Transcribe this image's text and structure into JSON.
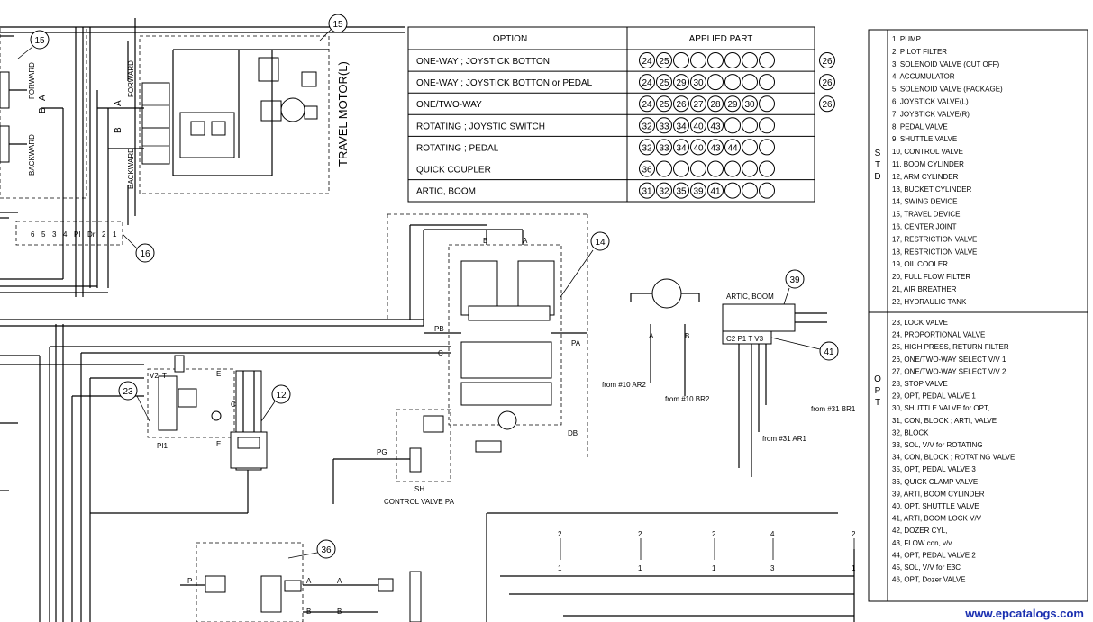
{
  "option_table": {
    "header_option": "OPTION",
    "header_applied": "APPLIED PART",
    "rows": [
      {
        "option": "ONE-WAY ; JOYSTICK BOTTON",
        "parts": [
          "24",
          "25",
          "",
          "",
          "",
          "",
          "",
          ""
        ],
        "extra": "26"
      },
      {
        "option": "ONE-WAY ; JOYSTICK BOTTON or PEDAL",
        "parts": [
          "24",
          "25",
          "29",
          "30",
          "",
          "",
          "",
          ""
        ],
        "extra": "26"
      },
      {
        "option": "ONE/TWO-WAY",
        "parts": [
          "24",
          "25",
          "26",
          "27",
          "28",
          "29",
          "30",
          ""
        ],
        "extra": "26"
      },
      {
        "option": "ROTATING ; JOYSTIC SWITCH",
        "parts": [
          "32",
          "33",
          "34",
          "40",
          "43",
          "",
          "",
          ""
        ],
        "extra": ""
      },
      {
        "option": "ROTATING ; PEDAL",
        "parts": [
          "32",
          "33",
          "34",
          "40",
          "43",
          "44",
          "",
          ""
        ],
        "extra": ""
      },
      {
        "option": "QUICK COUPLER",
        "parts": [
          "36",
          "",
          "",
          "",
          "",
          "",
          "",
          ""
        ],
        "extra": ""
      },
      {
        "option": "ARTIC, BOOM",
        "parts": [
          "31",
          "32",
          "35",
          "39",
          "41",
          "",
          "",
          ""
        ],
        "extra": ""
      }
    ]
  },
  "std_label": [
    "S",
    "T",
    "D"
  ],
  "opt_label": [
    "O",
    "P",
    "T"
  ],
  "std_parts": [
    "1, PUMP",
    "2, PILOT FILTER",
    "3, SOLENOID VALVE  (CUT OFF)",
    "4, ACCUMULATOR",
    "5, SOLENOID VALVE (PACKAGE)",
    "6, JOYSTICK VALVE(L)",
    "7, JOYSTICK VALVE(R)",
    "8, PEDAL VALVE",
    "9, SHUTTLE VALVE",
    "10, CONTROL VALVE",
    "11, BOOM CYLINDER",
    "12, ARM CYLINDER",
    "13, BUCKET CYLINDER",
    "14, SWING DEVICE",
    "15, TRAVEL DEVICE",
    "16, CENTER JOINT",
    "17, RESTRICTION VALVE",
    "18, RESTRICTION VALVE",
    "19, OIL COOLER",
    "20, FULL FLOW FILTER",
    "21, AIR BREATHER",
    "22, HYDRAULIC TANK"
  ],
  "opt_parts": [
    "23, LOCK VALVE",
    "24, PROPORTIONAL VALVE",
    "25, HIGH PRESS, RETURN FILTER",
    "26, ONE/TWO-WAY SELECT V/V 1",
    "27, ONE/TWO-WAY SELECT V/V 2",
    "28, STOP VALVE",
    "29, OPT, PEDAL VALVE 1",
    "30, SHUTTLE VALVE for OPT,",
    "31, CON, BLOCK ; ARTI, VALVE",
    "32, BLOCK",
    "33, SOL, V/V for ROTATING",
    "34, CON, BLOCK ; ROTATING VALVE",
    "35, OPT, PEDAL VALVE 3",
    "36, QUICK CLAMP VALVE",
    "39, ARTI, BOOM CYLINDER",
    "40, OPT, SHUTTLE VALVE",
    "41, ARTI, BOOM LOCK V/V",
    "42, DOZER CYL,",
    "43, FLOW con, v/v",
    "44, OPT, PEDAL VALVE 2",
    "45, SOL, V/V for E3C",
    "46, OPT, Dozer VALVE"
  ],
  "labels": {
    "forward_left": "FORWARD",
    "backward_left": "BACKWARD",
    "forward_right": "FORWARD",
    "backward_right": "BACKWARD",
    "travel_motor": "TRAVEL MOTOR(L)",
    "port_a1": "A",
    "port_b1": "B",
    "port_a2": "A",
    "port_b2": "B",
    "cj_ports": [
      "6",
      "5",
      "3",
      "4",
      "PI",
      "Dr",
      "2",
      "1"
    ],
    "swing_b": "B",
    "swing_a": "A",
    "pb": "PB",
    "pa": "PA",
    "c": "C",
    "db": "DB",
    "pg": "PG",
    "sh": "SH",
    "control_valve_pa": "CONTROL VALVE PA",
    "lock_v2": "V2",
    "lock_t": "T",
    "lock_e1": "E",
    "lock_e2": "E",
    "lock_c2": "C2",
    "lock_pi1": "PI1",
    "motor_a": "A",
    "motor_b": "B",
    "from_ar2": "from #10 AR2",
    "from_br2": "from #10 BR2",
    "artic_boom": "ARTIC, BOOM",
    "from_ar1": "from #31 AR1",
    "from_br1": "from #31 BR1",
    "cb_ports": "C2  P1  T  V3",
    "qc_p": "P",
    "qc_a1": "A",
    "qc_b1": "B",
    "qc_a2": "A",
    "qc_b2": "B",
    "bottom_ports": [
      [
        "2",
        "1"
      ],
      [
        "2",
        "1"
      ],
      [
        "2",
        "1"
      ],
      [
        "4",
        "3"
      ],
      [
        "2",
        "1"
      ]
    ]
  },
  "callouts": {
    "c15a": "15",
    "c15b": "15",
    "c16": "16",
    "c14": "14",
    "c23": "23",
    "c12": "12",
    "c39": "39",
    "c41": "41",
    "c36": "36"
  },
  "watermark": "www.epcatalogs.com"
}
